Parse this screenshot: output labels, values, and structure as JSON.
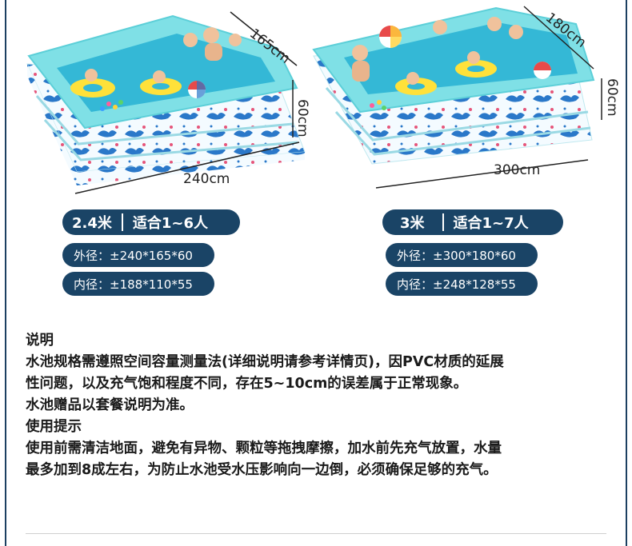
{
  "products": [
    {
      "width_label": "240cm",
      "depth_label": "165cm",
      "height_label": "60cm",
      "size_label": "2.4米",
      "capacity_label": "适合1~6人",
      "outer_spec": "外径：±240*165*60",
      "inner_spec": "内径：±188*110*55"
    },
    {
      "width_label": "300cm",
      "depth_label": "180cm",
      "height_label": "60cm",
      "size_label": "3米",
      "capacity_label": "适合1~7人",
      "outer_spec": "外径：±300*180*60",
      "inner_spec": "内径：±248*128*55"
    }
  ],
  "notes": {
    "heading1": "说明",
    "line1": "水池规格需遵照空间容量测量法(详细说明请参考详情页)，因PVC材质的延展",
    "line2": "性问题，以及充气饱和程度不同，存在5~10cm的误差属于正常现象。",
    "line3": "水池赠品以套餐说明为准。",
    "heading2": "使用提示",
    "line4": "使用前需清洁地面，避免有异物、颗粒等拖拽摩擦，加水前先充气放置，水量",
    "line5": "最多加到8成左右，为防止水池受水压影响向一边倒，必须确保足够的充气。"
  },
  "colors": {
    "navy": "#1a4466",
    "pool_rim": "#7fe0e6",
    "water": "#34b8d6",
    "pattern_blue": "#2a78c9"
  }
}
